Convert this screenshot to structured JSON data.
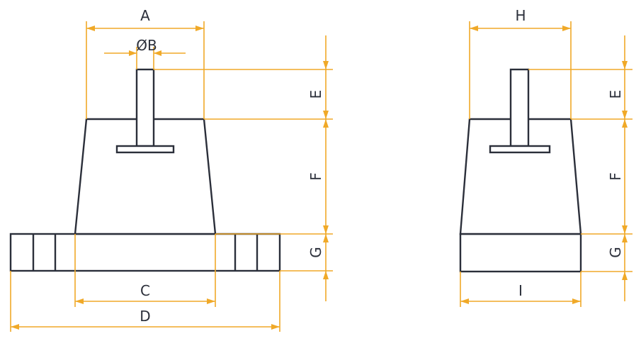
{
  "colors": {
    "outline": "#2b2f3a",
    "dimension": "#f0a928",
    "background": "#ffffff"
  },
  "front_view": {
    "labels": {
      "A": "A",
      "B": "ØB",
      "C": "C",
      "D": "D",
      "E": "E",
      "F": "F",
      "G": "G"
    }
  },
  "side_view": {
    "labels": {
      "H": "H",
      "I": "I",
      "E": "E",
      "F": "F",
      "G": "G"
    }
  }
}
